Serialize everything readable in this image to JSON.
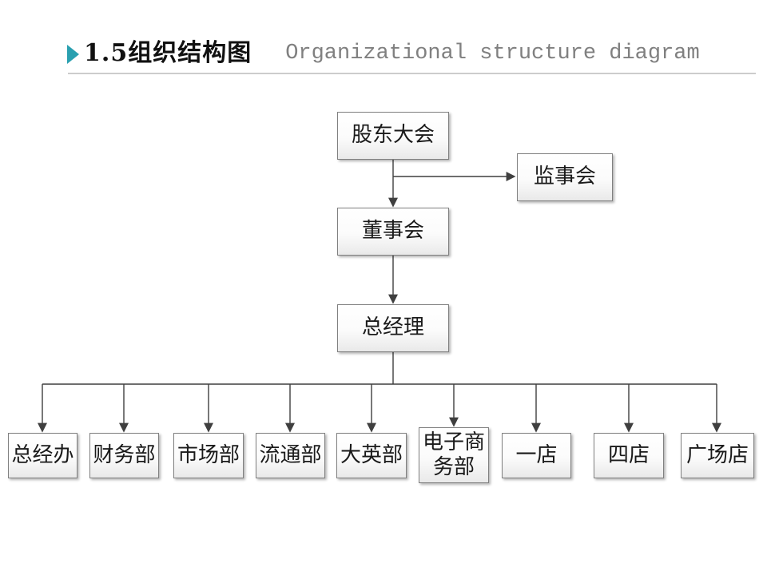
{
  "slide": {
    "title_zh": "1.5组织结构图",
    "title_en": "Organizational structure diagram"
  },
  "colors": {
    "accent_teal": "#2AA0B0",
    "connector_line": "#3F3F3F",
    "box_border": "#808080",
    "title_en_gray": "#808080",
    "title_underline": "#CCCCCC"
  },
  "org_chart": {
    "nodes": {
      "shareholders": "股东大会",
      "supervisory": "监事会",
      "board": "董事会",
      "general_manager": "总经理"
    },
    "departments": [
      "总经办",
      "财务部",
      "市场部",
      "流通部",
      "大英部",
      "电子商务部",
      "一店",
      "四店",
      "广场店"
    ]
  }
}
